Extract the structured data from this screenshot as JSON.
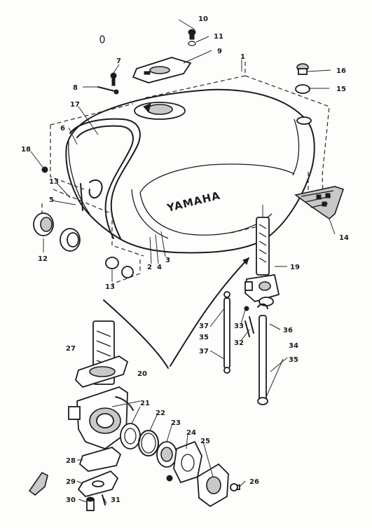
{
  "diagram": {
    "brand_text": "YAMAHA",
    "tank_emblem_text": "",
    "callouts": {
      "c1": "1",
      "c2": "2",
      "c3": "3",
      "c4": "4",
      "c5": "5",
      "c6": "6",
      "c7": "7",
      "c8": "8",
      "c9": "9",
      "c10": "10",
      "c11": "11",
      "c12": "12",
      "c13a": "13",
      "c13b": "13",
      "c13c": "13",
      "c14": "14",
      "c15": "15",
      "c16": "16",
      "c17": "17",
      "c18": "18",
      "c19": "19",
      "c20": "20",
      "c21": "21",
      "c22": "22",
      "c23": "23",
      "c24": "24",
      "c25": "25",
      "c26": "26",
      "c27": "27",
      "c28": "28",
      "c29": "29",
      "c30": "30",
      "c31": "31",
      "c32": "32",
      "c33": "33",
      "c34": "34",
      "c35a": "35",
      "c35b": "35",
      "c36": "36",
      "c37a": "37",
      "c37b": "37"
    }
  }
}
